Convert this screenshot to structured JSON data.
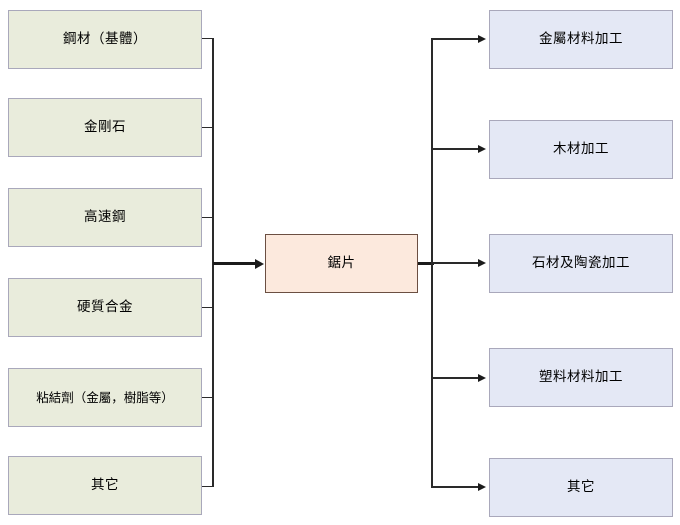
{
  "diagram": {
    "type": "flow-diagram",
    "title": "",
    "colors": {
      "input_fill": "#e9ecdc",
      "input_border": "#a9a8bb",
      "center_fill": "#fce9dd",
      "center_border": "#6b4f42",
      "output_fill": "#e4e8f5",
      "output_border": "#a9a8bb",
      "connector": "#1b1b1b",
      "background": "#ffffff"
    },
    "inputs": [
      {
        "label": "鋼材（基體）"
      },
      {
        "label": "金剛石"
      },
      {
        "label": "高速鋼"
      },
      {
        "label": "硬質合金"
      },
      {
        "label": "粘結劑（金屬，樹脂等）"
      },
      {
        "label": "其它"
      }
    ],
    "center": {
      "label": "鋸片"
    },
    "outputs": [
      {
        "label": "金屬材料加工"
      },
      {
        "label": "木材加工"
      },
      {
        "label": "石材及陶瓷加工"
      },
      {
        "label": "塑料材料加工"
      },
      {
        "label": "其它"
      }
    ]
  }
}
